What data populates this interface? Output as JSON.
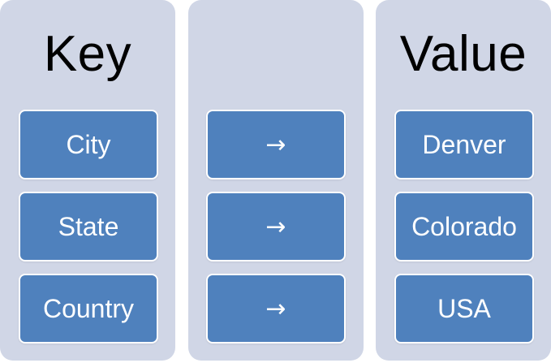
{
  "key_column": {
    "title": "Key",
    "items": [
      "City",
      "State",
      "Country"
    ]
  },
  "arrow_column": {
    "items": [
      "→",
      "→",
      "→"
    ]
  },
  "value_column": {
    "title": "Value",
    "items": [
      "Denver",
      "Colorado",
      "USA"
    ]
  },
  "colors": {
    "panel": "#d0d6e6",
    "box": "#4f81bd",
    "box_border": "#ffffff",
    "heading_text": "#000000",
    "box_text": "#ffffff"
  }
}
